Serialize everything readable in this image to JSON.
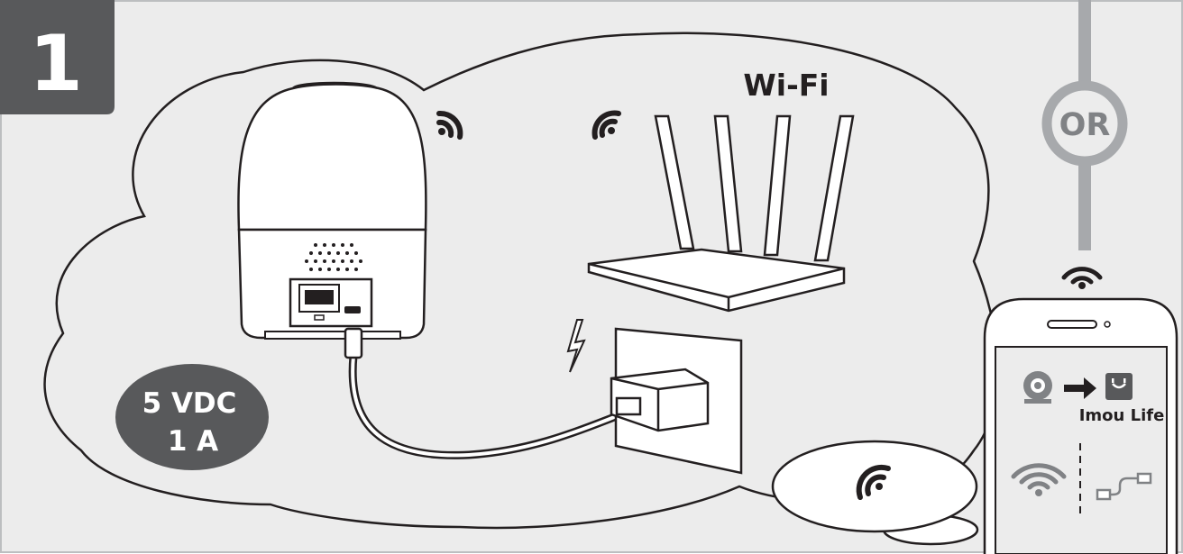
{
  "step": {
    "number": "1"
  },
  "router": {
    "label": "Wi-Fi"
  },
  "divider": {
    "label": "OR"
  },
  "power": {
    "voltage": "5 VDC",
    "current": "1 A"
  },
  "phone": {
    "app_name": "Imou Life"
  },
  "colors": {
    "background": "#ececec",
    "outline": "#231f20",
    "step_badge": "#58595b",
    "gray": "#808285",
    "light_gray": "#a7a9ac",
    "white": "#ffffff"
  },
  "icons": [
    "step-badge",
    "wifi-signal-icon",
    "router-icon",
    "camera-icon",
    "power-adapter-icon",
    "lightning-icon",
    "wall-outlet-icon",
    "smartphone-icon",
    "imou-life-app-icon",
    "arrow-right-icon",
    "ethernet-cable-icon"
  ]
}
